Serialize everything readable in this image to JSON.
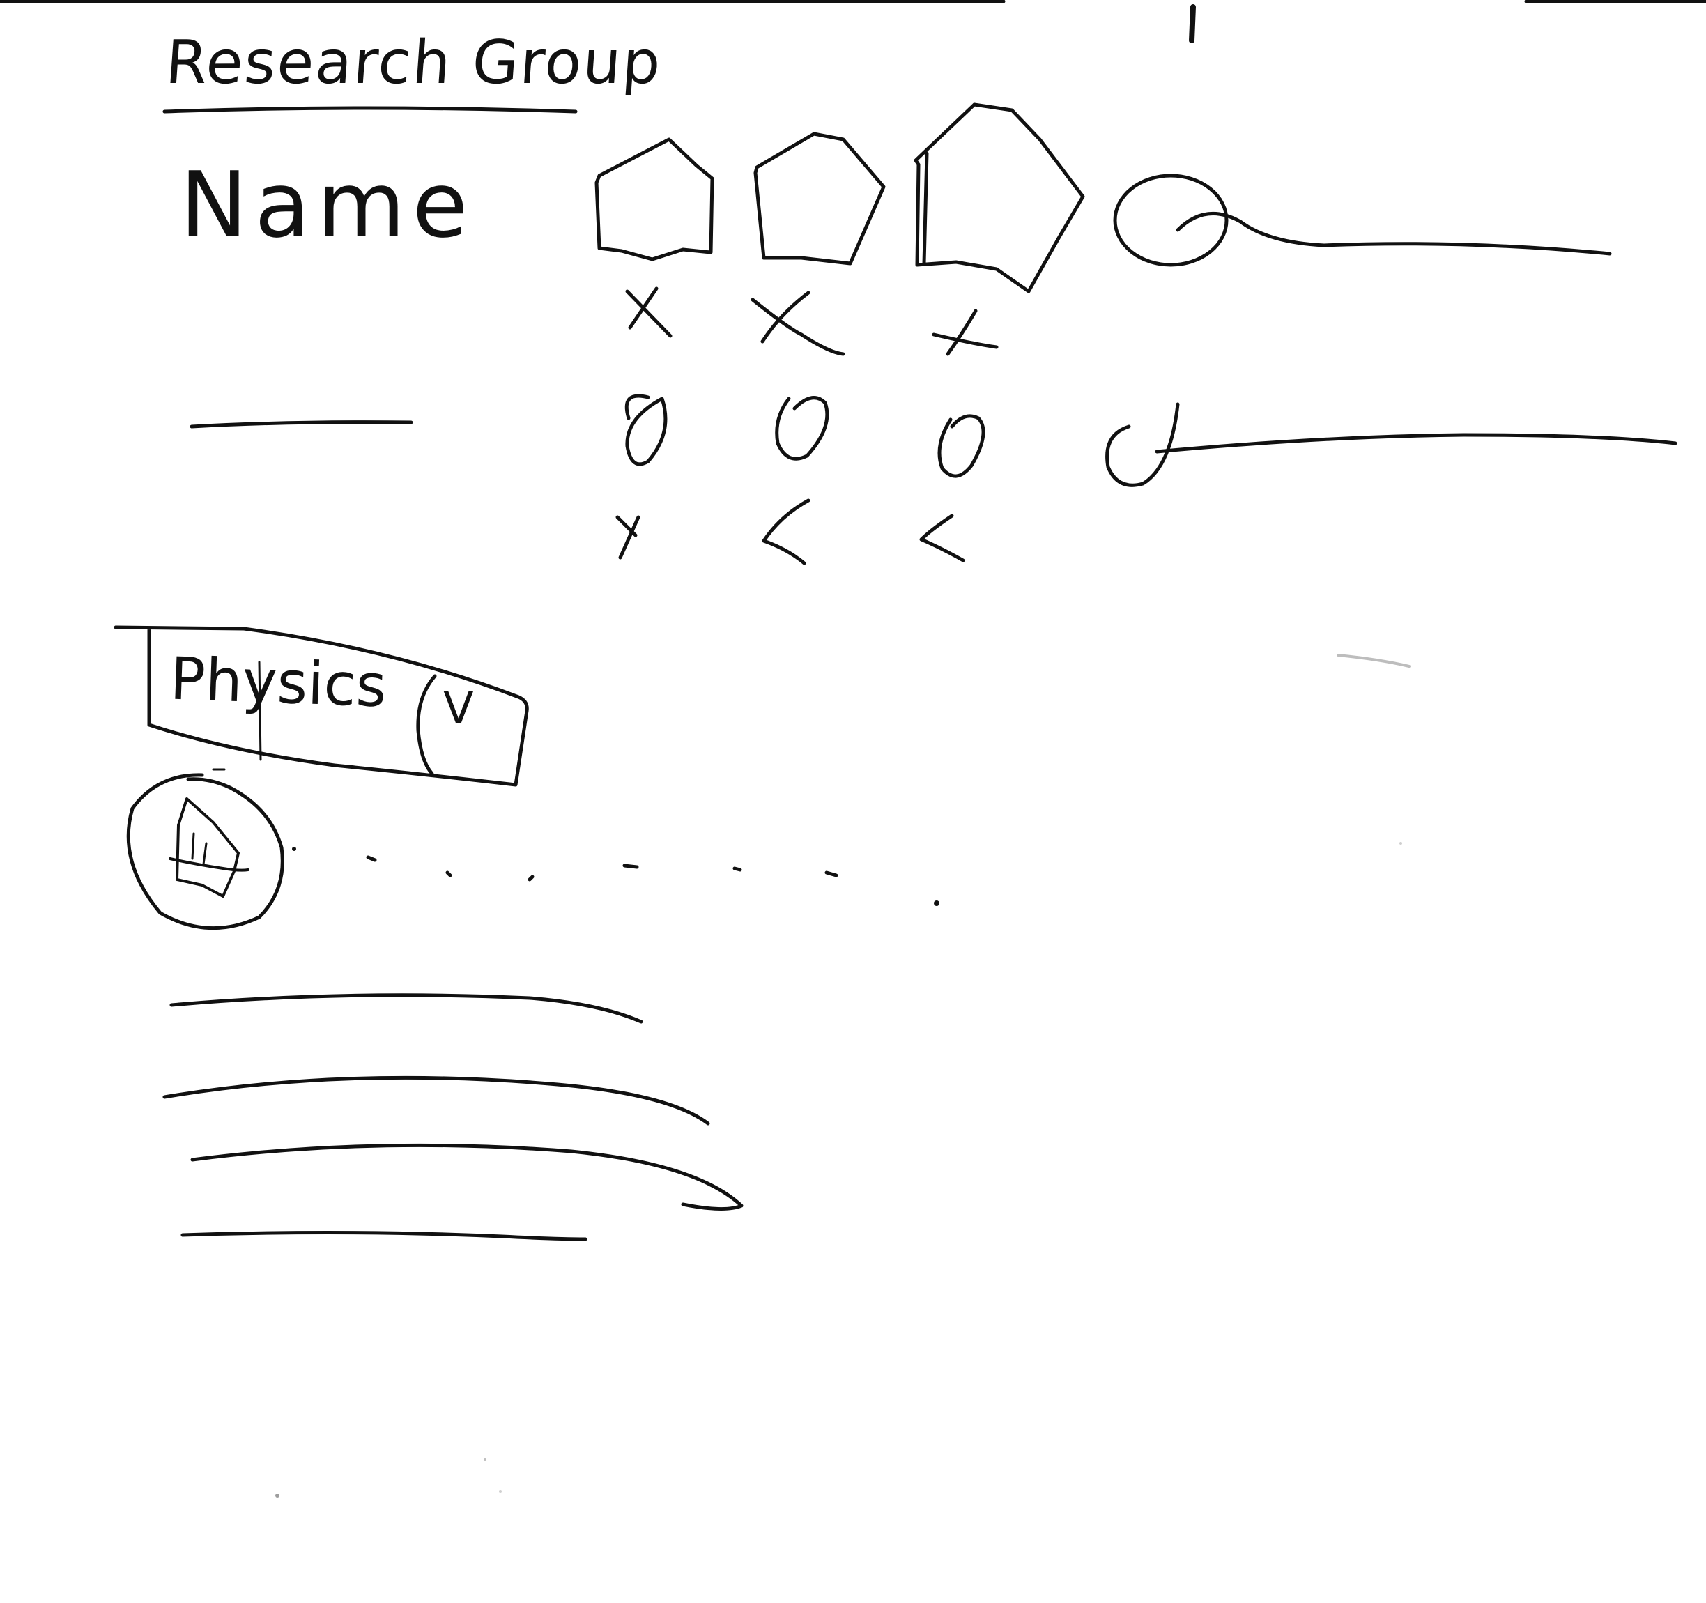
{
  "header": {
    "title": "Research Group"
  },
  "profile": {
    "name_label": "Name"
  },
  "filter": {
    "selected_value": "Physics",
    "toggle_glyph": "V"
  },
  "icons": {
    "member_shape": "pentagon-avatar-icon",
    "reject": "x-mark-icon",
    "radio": "radio-button-icon",
    "accept": "check-mark-icon",
    "slider": "slider-handle-icon",
    "group": "group-logo-icon"
  },
  "colors": {
    "ink": "#111111",
    "paper": "#ffffff"
  }
}
